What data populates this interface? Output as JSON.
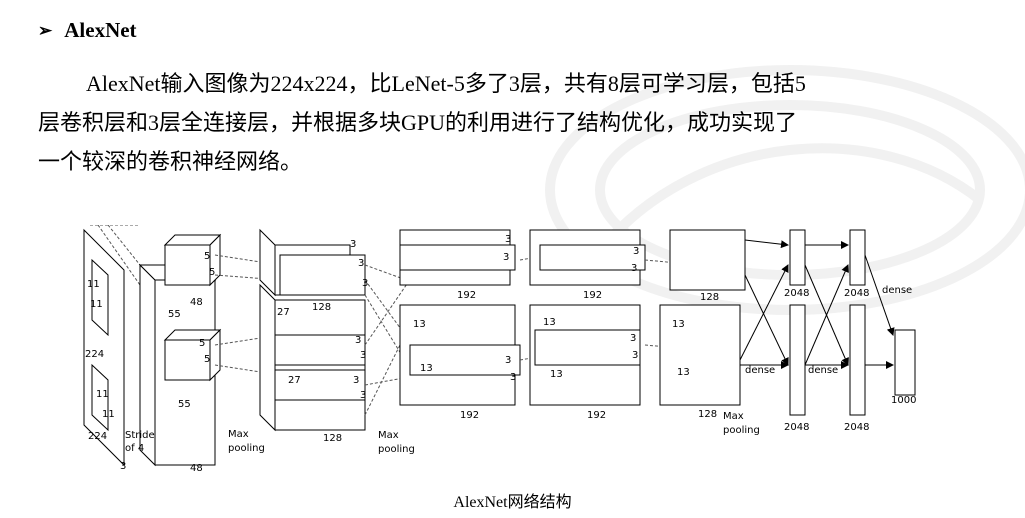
{
  "heading": {
    "bullet": "➢",
    "title": "AlexNet"
  },
  "paragraph": [
    "AlexNet输入图像为224x224，比LeNet-5多了3层，共有8层可学习层，包括5",
    "层卷积层和3层全连接层，并根据多块GPU的利用进行了结构优化，成功实现了",
    "一个较深的卷积神经网络。"
  ],
  "figure": {
    "labels": {
      "input_h": "224",
      "input_w": "224",
      "input_c": "3",
      "k1a": "11",
      "k1b": "11",
      "k1c": "11",
      "k1d": "11",
      "stride": [
        "Stride",
        "of 4"
      ],
      "c1_55a": "55",
      "c1_55b": "55",
      "c1_48": "48",
      "k2a": "5",
      "k2b": "5",
      "k2c": "5",
      "k2d": "5",
      "c2_48": "48",
      "c2_27a": "27",
      "c2_27b": "27",
      "c2_128a": "128",
      "c2_128b": "128",
      "k3": "3",
      "c3_13a": "13",
      "c3_13b": "13",
      "c3_192a": "192",
      "c3_192b": "192",
      "c4_13a": "13",
      "c4_13b": "13",
      "c4_192a": "192",
      "c4_192b": "192",
      "c5_13a": "13",
      "c5_13b": "13",
      "c5_128a": "128",
      "c5_128b": "128",
      "maxpool": [
        "Max",
        "pooling"
      ],
      "fc_2048": "2048",
      "dense": "dense",
      "out_1000": "1000"
    },
    "caption": "AlexNet网络结构"
  }
}
